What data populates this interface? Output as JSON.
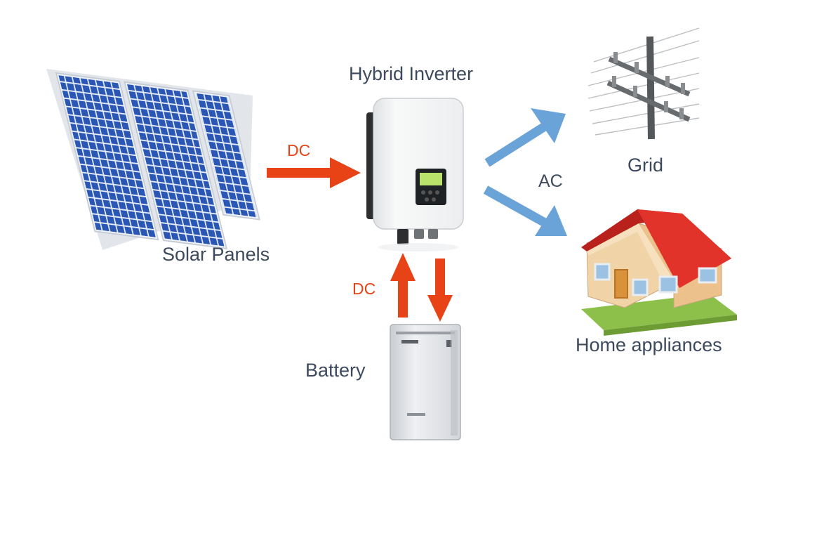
{
  "nodes": {
    "solar": {
      "label": "Solar Panels"
    },
    "inverter": {
      "label": "Hybrid Inverter"
    },
    "grid": {
      "label": "Grid"
    },
    "home": {
      "label": "Home appliances"
    },
    "battery": {
      "label": "Battery"
    }
  },
  "edges": {
    "solar_to_inverter": {
      "label": "DC"
    },
    "inverter_battery": {
      "label": "DC"
    },
    "inverter_outputs": {
      "label": "AC"
    }
  },
  "colors": {
    "dc_arrow": "#e84317",
    "ac_arrow": "#6aa3d8",
    "label_text": "#3d4a5e",
    "panel_cell": "#2a56b5",
    "roof": "#e2332a",
    "house_wall": "#f1d3a8"
  }
}
